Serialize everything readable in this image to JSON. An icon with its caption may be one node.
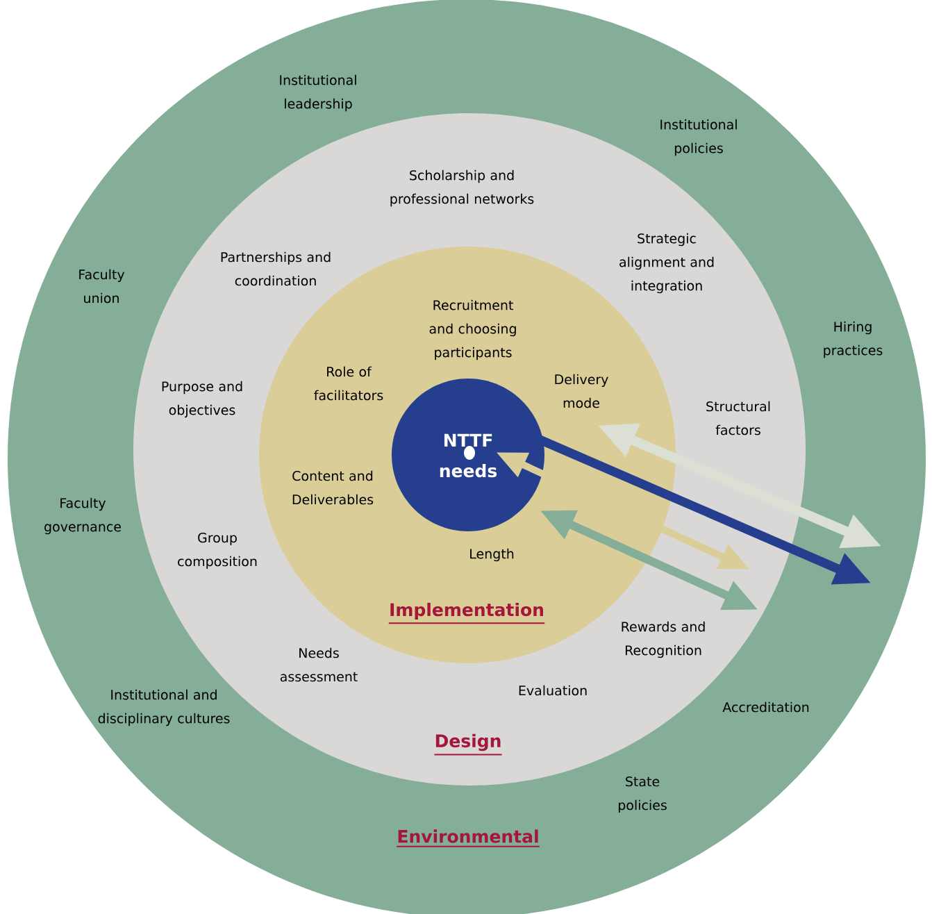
{
  "diagram": {
    "nodes": [
      {
        "text": [
          "Environmental"
        ]
      },
      {
        "text": [
          "Design"
        ],
        "in": 0
      },
      {
        "text": [
          "Implementation"
        ],
        "in": 1
      },
      {
        "text": [
          "NTTF needs"
        ],
        "in": 2
      }
    ],
    "edges": [
      {
        "from": 3,
        "to": null,
        "arrow": "to",
        "color": "#253f8e"
      },
      {
        "from": 3,
        "to": null,
        "arrow": "both",
        "color": "#dacd98"
      },
      {
        "from": 2,
        "to": null,
        "arrow": "both",
        "color": "#dcdfd4"
      },
      {
        "from": 3,
        "to": null,
        "arrow": "both",
        "color": "#84ae98"
      }
    ],
    "labels": [
      "Institutional leadership",
      "Institutional policies",
      "Scholarship and professional networks",
      "Strategic alignment and integration",
      "Partnerships and coordination",
      "Faculty union",
      "Recruitment and choosing participants",
      "Hiring practices",
      "Role of facilitators",
      "Delivery mode",
      "Purpose and objectives",
      "Structural factors",
      "Content and Deliverables",
      "Faculty governance",
      "Group composition",
      "Length",
      "Rewards and Recognition",
      "Needs assessment",
      "Evaluation",
      "Institutional and disciplinary cultures",
      "Accreditation",
      "State policies"
    ]
  }
}
